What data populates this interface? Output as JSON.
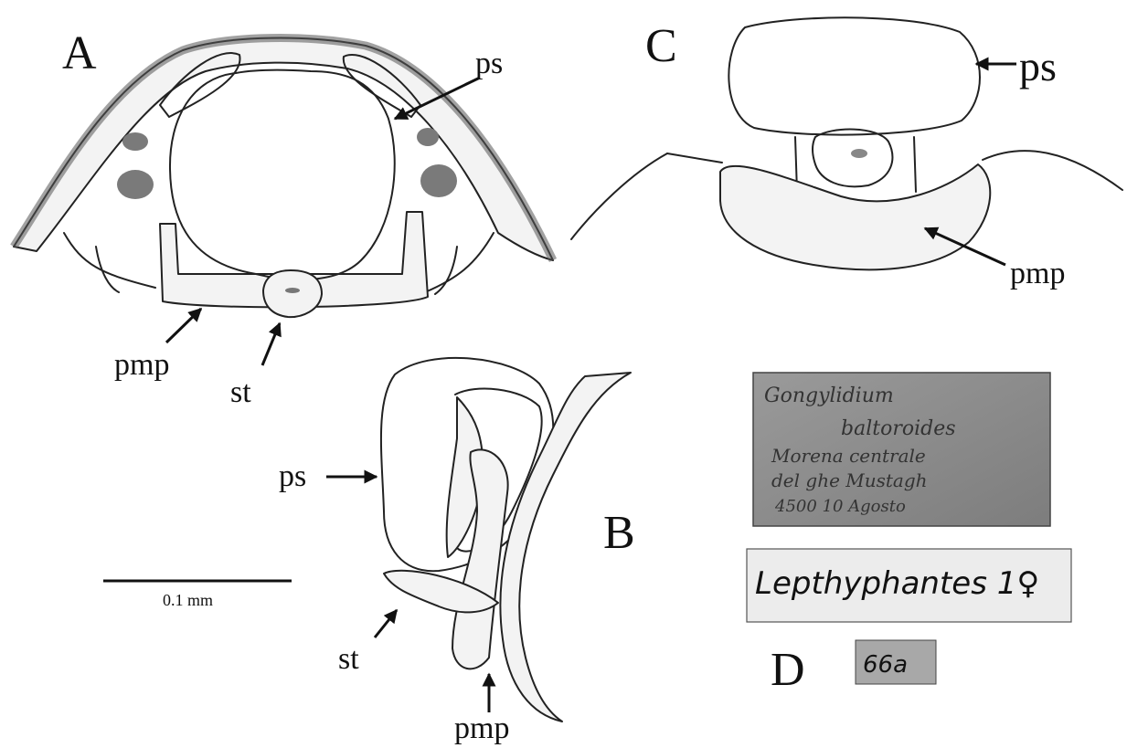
{
  "panels": {
    "a": {
      "letter": "A",
      "labels": {
        "ps": "ps",
        "pmp": "pmp",
        "st": "st"
      }
    },
    "b": {
      "letter": "B",
      "labels": {
        "ps": "ps",
        "pmp": "pmp",
        "st": "st"
      }
    },
    "c": {
      "letter": "C",
      "labels": {
        "ps": "ps",
        "pmp": "pmp"
      }
    },
    "d": {
      "letter": "D",
      "label_handwritten": [
        "Gongylidium",
        "baltoroides",
        "Morena centrale",
        "del ghe Mustagh",
        "4500 10 Agosto"
      ],
      "label_species": "Lepthyphantes 1♀",
      "label_number": "66a"
    }
  },
  "scale_bar": {
    "text": "0.1 mm"
  },
  "colors": {
    "ink": "#111111",
    "label_paper": "#8e8e8e",
    "number_tag": "#a8a8a8"
  }
}
